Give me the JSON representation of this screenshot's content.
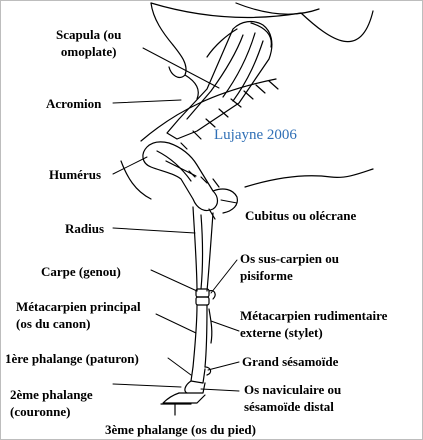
{
  "diagram": {
    "watermark": "Lujayne 2006",
    "watermark_color": "#2f6fb6",
    "line_color": "#000000",
    "labels": {
      "scapula": [
        "Scapula (ou",
        "omoplate)"
      ],
      "acromion": "Acromion",
      "humerus": "Humérus",
      "radius": "Radius",
      "carpe": "Carpe (genou)",
      "metacarpien_principal": [
        "Métacarpien principal",
        "(os du canon)"
      ],
      "phalange1": "1ère phalange (paturon)",
      "phalange2": [
        "2ème phalange",
        "(couronne)"
      ],
      "phalange3": "3ème phalange (os du pied)",
      "cubitus": "Cubitus ou olécrane",
      "sus_carpien": [
        "Os sus-carpien ou",
        "pisiforme"
      ],
      "metacarpien_rudimentaire": [
        "Métacarpien rudimentaire",
        "externe (stylet)"
      ],
      "grand_sesamoide": "Grand sésamoïde",
      "naviculaire": [
        "Os naviculaire ou",
        "sésamoïde distal"
      ]
    }
  }
}
